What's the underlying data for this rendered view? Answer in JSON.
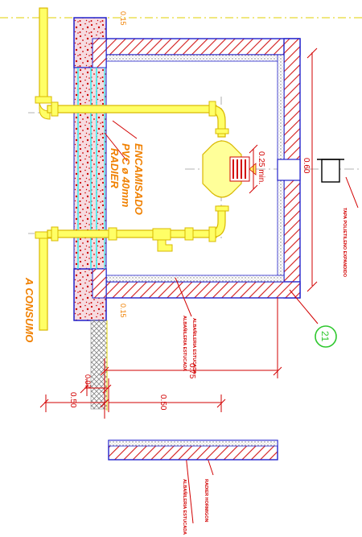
{
  "colors": {
    "background": "#ffffff",
    "outline": "#2222cc",
    "hatch": "#d21a1a",
    "concrete_fill": "#f6dbe0",
    "dots": "#cc0000",
    "pipe": "#ffff00",
    "pipe_edge": "#d9b800",
    "pipe_cyan": "#2ff0f0",
    "dimension": "#d20000",
    "label_orange": "#f08000",
    "mesh": "#8a8a8a",
    "center_line": "#9a9a9a",
    "callout_circle": "#2ec82e"
  },
  "labels": {
    "encamisado": "ENCAMISADO",
    "pvc": "PVC ø 40mm",
    "radier": "RADIER",
    "consumo": "A CONSUMO",
    "cover_mark": "0.15",
    "bottom_mark": "0.15"
  },
  "dimensions": {
    "clearance": "0.25 min.",
    "height": "0.60",
    "overall_width": "0.75",
    "wall": "0.07",
    "foundation_left": "0.50",
    "foundation_right": "0.50"
  },
  "callouts": {
    "reference_number": "21",
    "tapa_note": "TAPA POLIETILENO EXPANDIDO",
    "wall_note": "ALBAÑILERIA ESTUCADA",
    "top_note": "ALBAÑILERIA ESTUCADA",
    "detail_note": "ALBAÑILERIA ESTUCADA",
    "detail_note2": "RADIER HORMIGON"
  }
}
